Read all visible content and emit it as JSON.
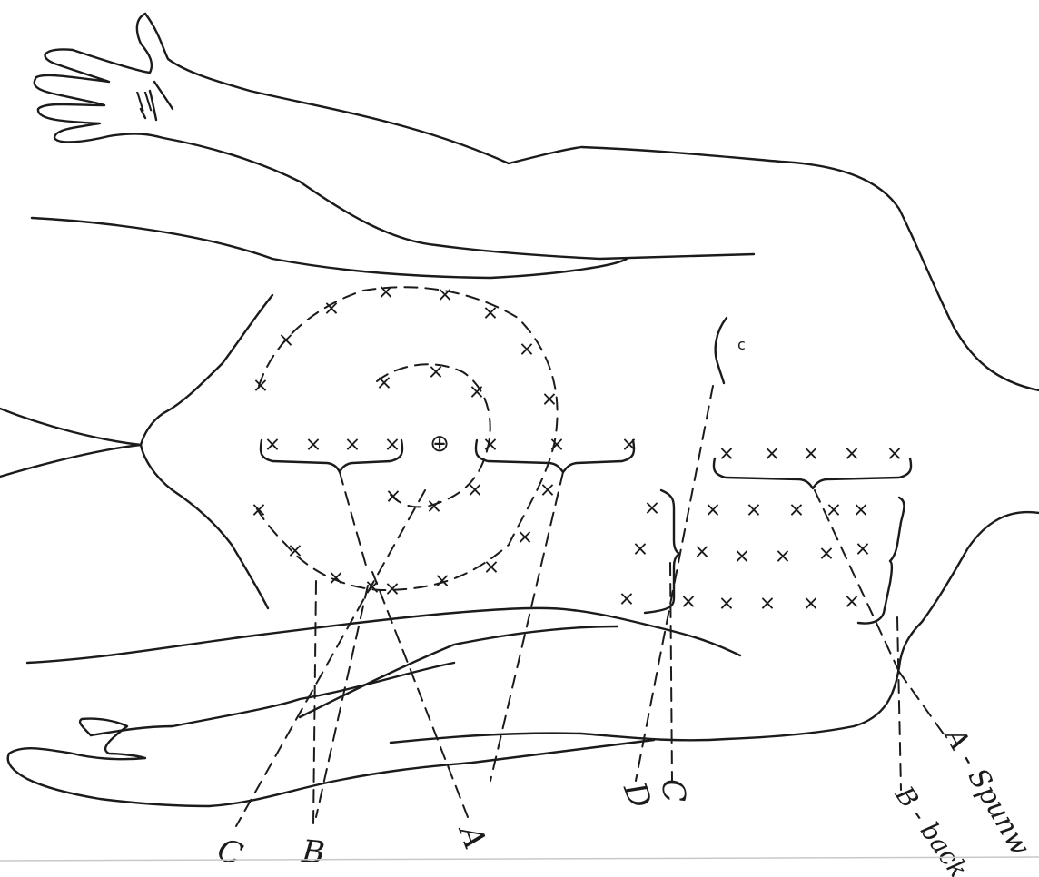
{
  "diagram": {
    "cross_mark": "×",
    "callouts": {
      "label_c_left": "C",
      "label_b_left": "B",
      "label_a_mid": "A",
      "label_d": "D",
      "label_c_mid": "C",
      "legend_a": "A - Spunw",
      "legend_b": "B - back"
    },
    "markings": {
      "navel_glyph": "⊕",
      "small_c": "c",
      "hand_lines": "\\\\"
    }
  }
}
